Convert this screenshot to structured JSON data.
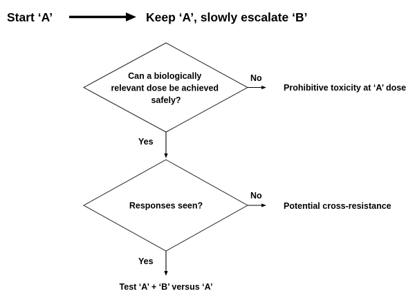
{
  "header": {
    "start_label": "Start ‘A’",
    "keep_label": "Keep ‘A’, slowly escalate ‘B’"
  },
  "decision1": {
    "lines": [
      "Can a biologically",
      "relevant dose be achieved",
      "safely?"
    ],
    "no_label": "No",
    "no_outcome": "Prohibitive toxicity at ‘A’ dose",
    "yes_label": "Yes"
  },
  "decision2": {
    "lines": [
      "Responses seen?"
    ],
    "no_label": "No",
    "no_outcome": "Potential cross-resistance",
    "yes_label": "Yes"
  },
  "final": {
    "outcome": "Test ‘A’ + ‘B’ versus ‘A’"
  },
  "colors": {
    "line": "#000000",
    "text": "#000000",
    "background": "#ffffff"
  }
}
